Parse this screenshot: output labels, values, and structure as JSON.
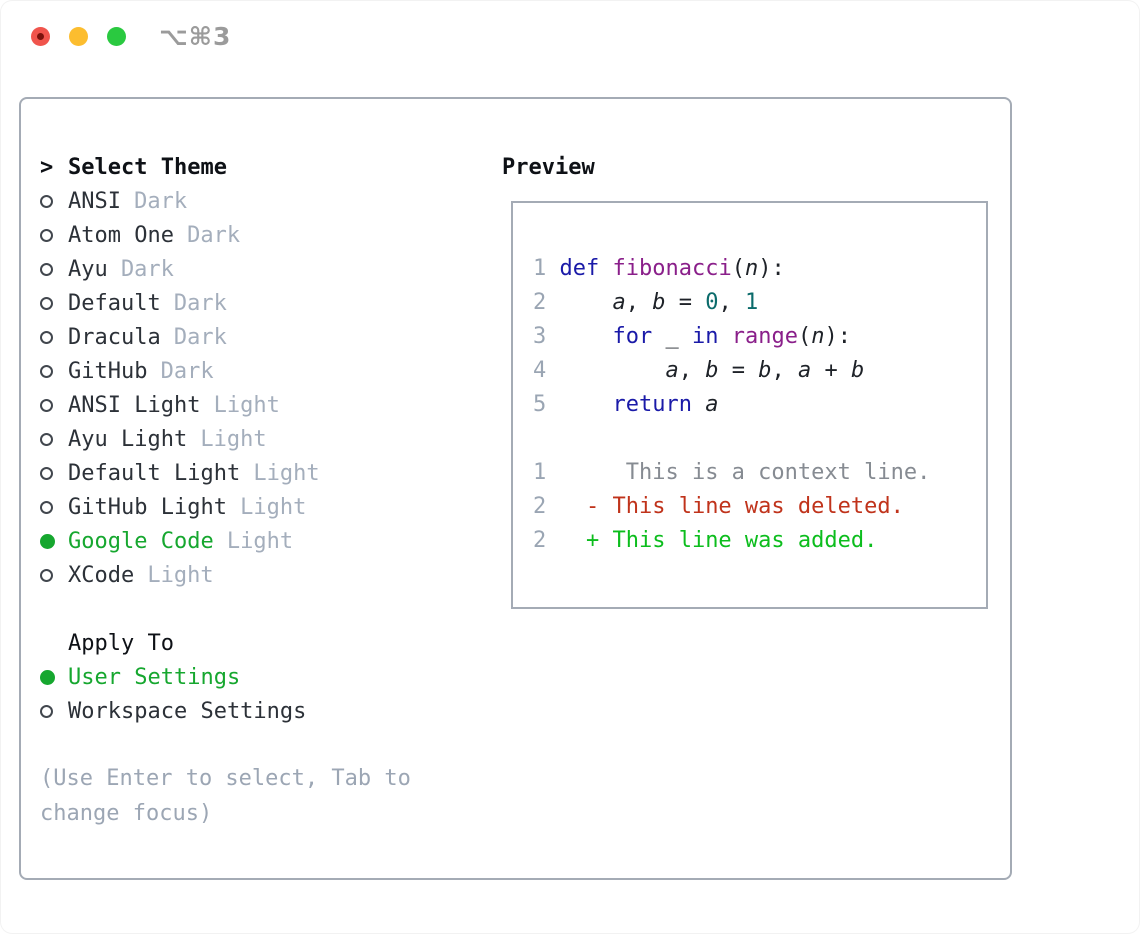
{
  "titlebar": {
    "title": "⌥⌘3"
  },
  "colors": {
    "border": "#a4abb5",
    "header": "#0e1116",
    "item": "#2c3138",
    "variant": "#a4aebc",
    "selected": "#16a72f",
    "radio": "#42474e",
    "help": "#9ca6b4",
    "title": "#9b9b9b",
    "kw": "#1a1aa8",
    "fn": "#8a1f8a",
    "lit": "#0b6b6b",
    "pln": "#1e2228",
    "num": "#9aa5b3",
    "ctx": "#868b92",
    "del": "#c0331b",
    "add": "#0cbd1d",
    "tl_red": "#f0544c",
    "tl_red_dot": "#7a120c",
    "tl_yellow": "#fcbd2f",
    "tl_green": "#2ac940"
  },
  "theme_panel": {
    "header_marker": ">",
    "header": "Select Theme",
    "themes": [
      {
        "name": "ANSI",
        "variant": "Dark",
        "selected": false
      },
      {
        "name": "Atom One",
        "variant": "Dark",
        "selected": false
      },
      {
        "name": "Ayu",
        "variant": "Dark",
        "selected": false
      },
      {
        "name": "Default",
        "variant": "Dark",
        "selected": false
      },
      {
        "name": "Dracula",
        "variant": "Dark",
        "selected": false
      },
      {
        "name": "GitHub",
        "variant": "Dark",
        "selected": false
      },
      {
        "name": "ANSI Light",
        "variant": "Light",
        "selected": false
      },
      {
        "name": "Ayu Light",
        "variant": "Light",
        "selected": false
      },
      {
        "name": "Default Light",
        "variant": "Light",
        "selected": false
      },
      {
        "name": "GitHub Light",
        "variant": "Light",
        "selected": false
      },
      {
        "name": "Google Code",
        "variant": "Light",
        "selected": true
      },
      {
        "name": "XCode",
        "variant": "Light",
        "selected": false
      }
    ],
    "apply_to": {
      "header": "Apply To",
      "options": [
        {
          "label": "User Settings",
          "selected": true
        },
        {
          "label": "Workspace Settings",
          "selected": false
        }
      ]
    },
    "help": "(Use Enter to select, Tab to change focus)"
  },
  "preview": {
    "header": "Preview",
    "lines": [
      {
        "num": "1",
        "segments": [
          [
            "pln",
            " "
          ],
          [
            "kw",
            "def"
          ],
          [
            "pln",
            " "
          ],
          [
            "fn",
            "fibonacci"
          ],
          [
            "pln",
            "("
          ],
          [
            "var",
            "n"
          ],
          [
            "pln",
            "):"
          ]
        ]
      },
      {
        "num": "2",
        "segments": [
          [
            "pln",
            "     "
          ],
          [
            "var",
            "a"
          ],
          [
            "pln",
            ", "
          ],
          [
            "var",
            "b"
          ],
          [
            "pln",
            " = "
          ],
          [
            "lit",
            "0"
          ],
          [
            "pln",
            ", "
          ],
          [
            "lit",
            "1"
          ]
        ]
      },
      {
        "num": "3",
        "segments": [
          [
            "pln",
            "     "
          ],
          [
            "kw",
            "for"
          ],
          [
            "pln",
            " _ "
          ],
          [
            "kw",
            "in"
          ],
          [
            "pln",
            " "
          ],
          [
            "fn",
            "range"
          ],
          [
            "pln",
            "("
          ],
          [
            "var",
            "n"
          ],
          [
            "pln",
            "):"
          ]
        ]
      },
      {
        "num": "4",
        "segments": [
          [
            "pln",
            "         "
          ],
          [
            "var",
            "a"
          ],
          [
            "pln",
            ", "
          ],
          [
            "var",
            "b"
          ],
          [
            "pln",
            " = "
          ],
          [
            "var",
            "b"
          ],
          [
            "pln",
            ", "
          ],
          [
            "var",
            "a"
          ],
          [
            "pln",
            " + "
          ],
          [
            "var",
            "b"
          ]
        ]
      },
      {
        "num": "5",
        "segments": [
          [
            "pln",
            "     "
          ],
          [
            "kw",
            "return"
          ],
          [
            "pln",
            " "
          ],
          [
            "var",
            "a"
          ]
        ]
      },
      {
        "num": "",
        "segments": []
      },
      {
        "num": "1",
        "segments": [
          [
            "ctx",
            "      This is a context line."
          ]
        ]
      },
      {
        "num": "2",
        "segments": [
          [
            "del",
            "   - This line was deleted."
          ]
        ]
      },
      {
        "num": "2",
        "segments": [
          [
            "add",
            "   + This line was added."
          ]
        ]
      }
    ]
  }
}
